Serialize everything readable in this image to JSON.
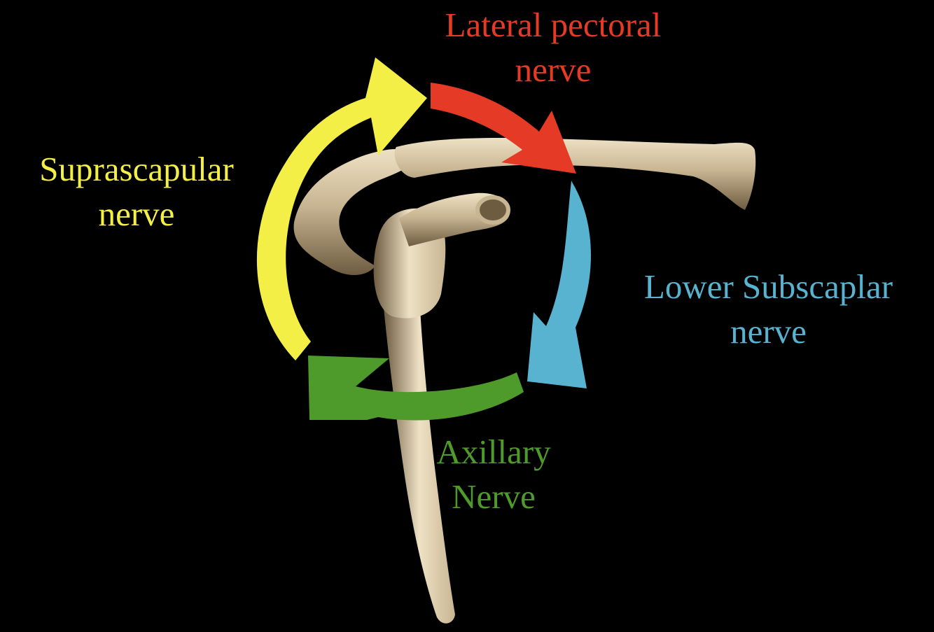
{
  "colors": {
    "background": "#000000",
    "bone": "#c8b592",
    "bone_shadow": "#6e5c41",
    "bone_highlight": "#eee1c4"
  },
  "nerves": [
    {
      "id": "lateral-pectoral",
      "line1": "Lateral pectoral",
      "line2": "nerve",
      "color": "#e53a25"
    },
    {
      "id": "lower-subscapular",
      "line1": "Lower Subscaplar",
      "line2": "nerve",
      "color": "#58b3d0"
    },
    {
      "id": "axillary",
      "line1": "Axillary",
      "line2": "Nerve",
      "color": "#4e9a2b"
    },
    {
      "id": "suprascapular",
      "line1": "Suprascapular",
      "line2": "nerve",
      "color": "#f4ef47"
    }
  ]
}
